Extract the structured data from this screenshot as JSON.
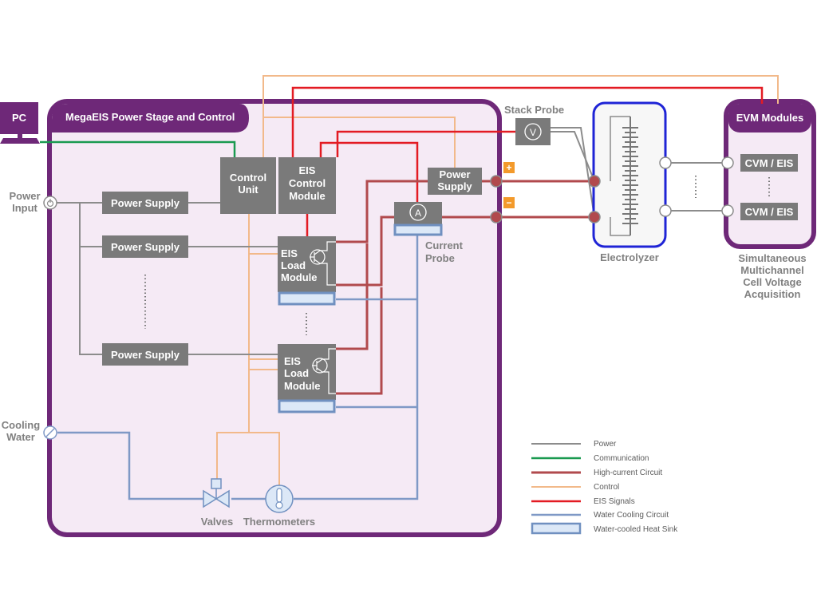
{
  "pc": {
    "label": "PC"
  },
  "power_stage": {
    "title": "MegaEIS Power Stage and Control"
  },
  "power_input": {
    "line1": "Power",
    "line2": "Input"
  },
  "cooling_water": {
    "line1": "Cooling",
    "line2": "Water"
  },
  "power_supplies": [
    "Power Supply",
    "Power Supply",
    "Power Supply"
  ],
  "control_unit": {
    "line1": "Control",
    "line2": "Unit"
  },
  "eis_control": {
    "line1": "EIS",
    "line2": "Control",
    "line3": "Module"
  },
  "load_module_1": {
    "line1": "EIS",
    "line2": "Load",
    "line3": "Module"
  },
  "load_module_2": {
    "line1": "EIS",
    "line2": "Load",
    "line3": "Module"
  },
  "stack_power_supply": {
    "line1": "Power",
    "line2": "Supply"
  },
  "ammeter": {
    "symbol": "A"
  },
  "voltmeter": {
    "symbol": "V"
  },
  "current_probe": {
    "line1": "Current",
    "line2": "Probe"
  },
  "stack_probe": {
    "label": "Stack Probe"
  },
  "terminals": {
    "plus": "+",
    "minus": "−"
  },
  "electrolyzer": {
    "label": "Electrolyzer"
  },
  "evm": {
    "title": "EVM Modules",
    "channels": [
      "CVM / EIS",
      "CVM / EIS"
    ],
    "caption_lines": [
      "Simultaneous",
      "Multichannel",
      "Cell Voltage",
      "Acquisition"
    ]
  },
  "valves": {
    "label": "Valves"
  },
  "thermometers": {
    "label": "Thermometers"
  },
  "legend": [
    {
      "label": "Power",
      "color": "#8c8c8c",
      "kind": "line"
    },
    {
      "label": "Communication",
      "color": "#1a9a50",
      "kind": "line"
    },
    {
      "label": "High-current Circuit",
      "color": "#b14a4d",
      "kind": "line"
    },
    {
      "label": "Control",
      "color": "#f2b98a",
      "kind": "line"
    },
    {
      "label": "EIS Signals",
      "color": "#e31b23",
      "kind": "line"
    },
    {
      "label": "Water Cooling Circuit",
      "color": "#7f99c6",
      "kind": "line"
    },
    {
      "label": "Water-cooled Heat Sink",
      "color": "#7090c0",
      "kind": "box"
    }
  ],
  "colors": {
    "purple": "#6e2878",
    "panel_fill": "#f5eaf5",
    "module_gray": "#7a7a7a",
    "orange_terminal": "#f39a2b",
    "electrolyzer_border": "#1f24d6"
  }
}
